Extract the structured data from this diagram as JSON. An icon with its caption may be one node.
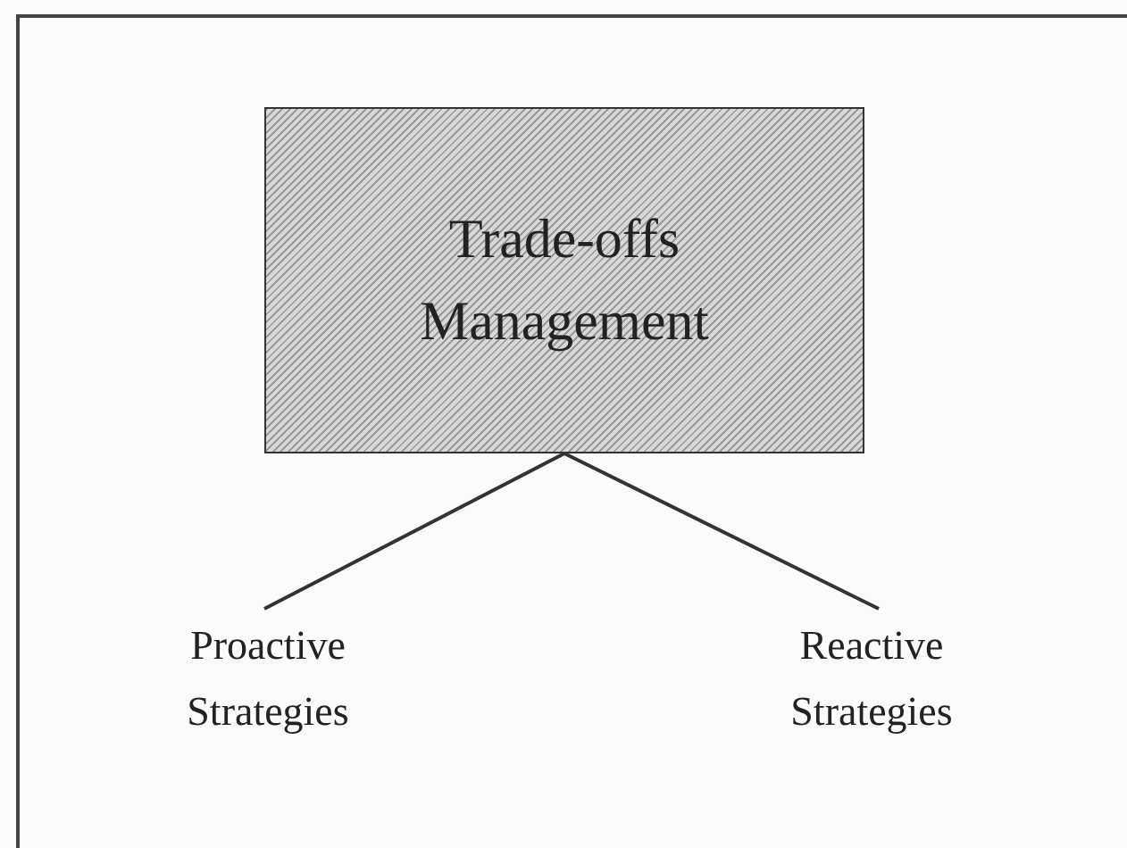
{
  "diagram": {
    "nodes": [
      {
        "text": [
          "Trade-offs Management"
        ]
      },
      {
        "text": [
          "Proactive Strategies"
        ]
      },
      {
        "text": [
          "Reactive Strategies"
        ]
      }
    ],
    "edges": [
      {
        "from": 0,
        "to": 1,
        "arrow": "none"
      },
      {
        "from": 0,
        "to": 2,
        "arrow": "none"
      }
    ]
  }
}
